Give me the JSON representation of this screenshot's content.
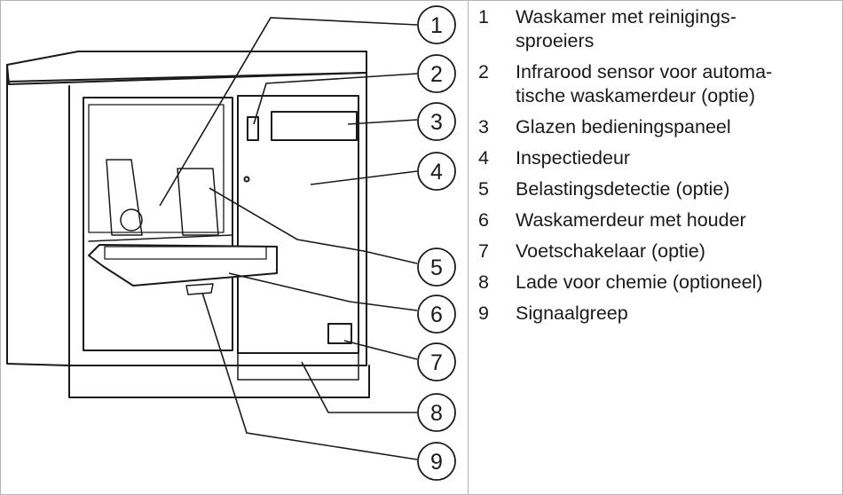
{
  "callouts": [
    {
      "num": "1"
    },
    {
      "num": "2"
    },
    {
      "num": "3"
    },
    {
      "num": "4"
    },
    {
      "num": "5"
    },
    {
      "num": "6"
    },
    {
      "num": "7"
    },
    {
      "num": "8"
    },
    {
      "num": "9"
    }
  ],
  "legend": [
    {
      "num": "1",
      "lines": [
        "Waskamer met reinigings-",
        "sproeiers"
      ]
    },
    {
      "num": "2",
      "lines": [
        "Infrarood sensor voor automa-",
        "tische waskamerdeur (optie)"
      ]
    },
    {
      "num": "3",
      "lines": [
        "Glazen bedieningspaneel"
      ]
    },
    {
      "num": "4",
      "lines": [
        "Inspectiedeur"
      ]
    },
    {
      "num": "5",
      "lines": [
        "Belastingsdetectie (optie)"
      ]
    },
    {
      "num": "6",
      "lines": [
        "Waskamerdeur met houder"
      ]
    },
    {
      "num": "7",
      "lines": [
        "Voetschakelaar (optie)"
      ]
    },
    {
      "num": "8",
      "lines": [
        "Lade voor chemie (optioneel)"
      ]
    },
    {
      "num": "9",
      "lines": [
        "Signaalgreep"
      ]
    }
  ]
}
